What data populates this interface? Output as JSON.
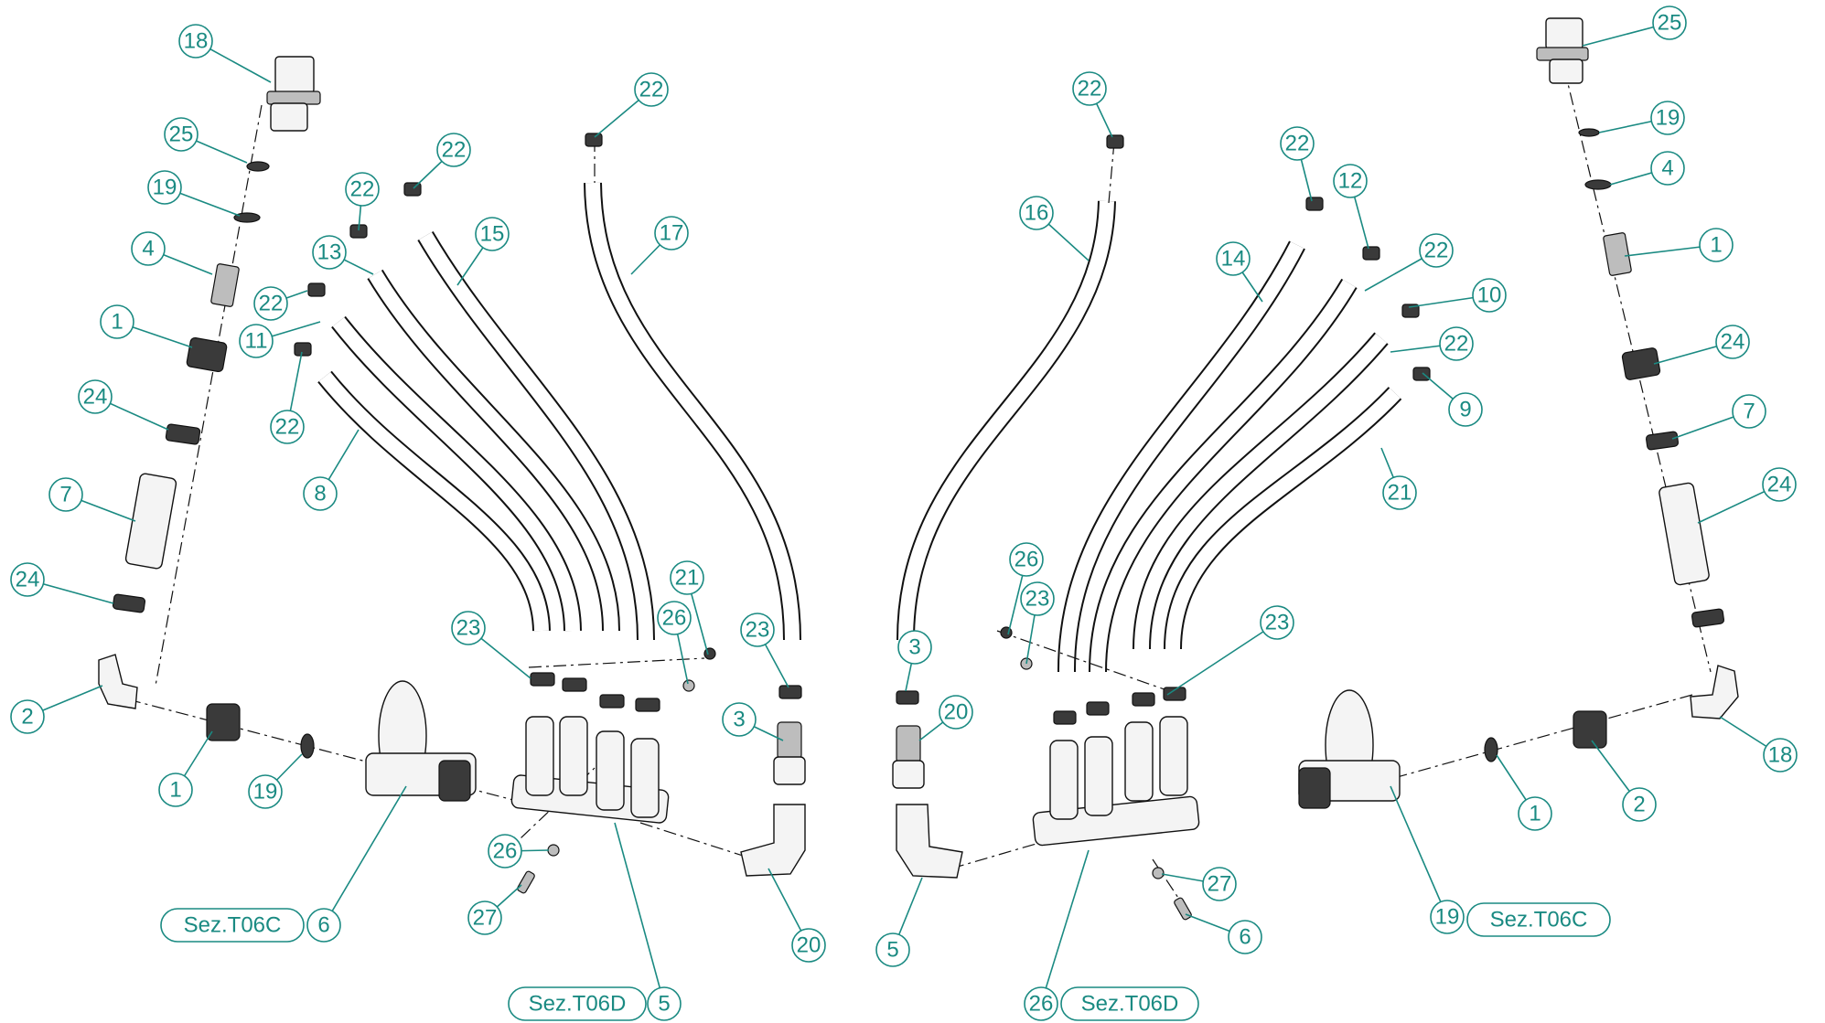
{
  "callouts": [
    {
      "label": "18"
    },
    {
      "label": "25"
    },
    {
      "label": "19"
    },
    {
      "label": "4"
    },
    {
      "label": "1"
    },
    {
      "label": "24"
    },
    {
      "label": "7"
    },
    {
      "label": "24"
    },
    {
      "label": "2"
    },
    {
      "label": "1"
    },
    {
      "label": "19"
    },
    {
      "label": "6"
    },
    {
      "label": "26"
    },
    {
      "label": "27"
    },
    {
      "label": "5"
    },
    {
      "label": "20"
    },
    {
      "label": "3"
    },
    {
      "label": "23"
    },
    {
      "label": "23"
    },
    {
      "label": "26"
    },
    {
      "label": "21"
    },
    {
      "label": "8"
    },
    {
      "label": "22"
    },
    {
      "label": "11"
    },
    {
      "label": "22"
    },
    {
      "label": "13"
    },
    {
      "label": "22"
    },
    {
      "label": "15"
    },
    {
      "label": "22"
    },
    {
      "label": "17"
    },
    {
      "label": "22"
    },
    {
      "label": "16"
    },
    {
      "label": "22"
    },
    {
      "label": "14"
    },
    {
      "label": "22"
    },
    {
      "label": "12"
    },
    {
      "label": "22"
    },
    {
      "label": "10"
    },
    {
      "label": "22"
    },
    {
      "label": "9"
    },
    {
      "label": "21"
    },
    {
      "label": "26"
    },
    {
      "label": "23"
    },
    {
      "label": "23"
    },
    {
      "label": "3"
    },
    {
      "label": "20"
    },
    {
      "label": "5"
    },
    {
      "label": "26"
    },
    {
      "label": "27"
    },
    {
      "label": "6"
    },
    {
      "label": "19"
    },
    {
      "label": "1"
    },
    {
      "label": "2"
    },
    {
      "label": "18"
    },
    {
      "label": "25"
    },
    {
      "label": "19"
    },
    {
      "label": "4"
    },
    {
      "label": "1"
    },
    {
      "label": "24"
    },
    {
      "label": "7"
    },
    {
      "label": "24"
    }
  ],
  "section_refs": [
    {
      "label": "Sez.T06C"
    },
    {
      "label": "Sez.T06D"
    },
    {
      "label": "Sez.T06D"
    },
    {
      "label": "Sez.T06C"
    }
  ]
}
